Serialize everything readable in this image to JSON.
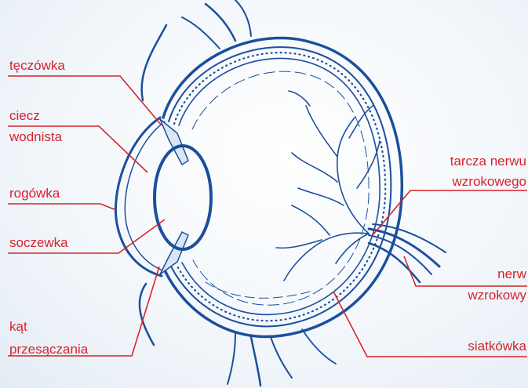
{
  "colors": {
    "eye_stroke": "#1b4f9c",
    "leader_line": "#d6232d",
    "label_text": "#d6232d",
    "background": "#eef3f8"
  },
  "labels": {
    "teczowka": "tęczówka",
    "ciecz_line1": "ciecz",
    "ciecz_line2": "wodnista",
    "rogowka": "rogówka",
    "soczewka": "soczewka",
    "kat_line1": "kąt",
    "kat_line2": "przesączania",
    "tarcza_line1": "tarcza nerwu",
    "tarcza_line2": "wzrokowego",
    "nerw_line1": "nerw",
    "nerw_line2": "wzrokowy",
    "siatkowka": "siatkówka"
  }
}
